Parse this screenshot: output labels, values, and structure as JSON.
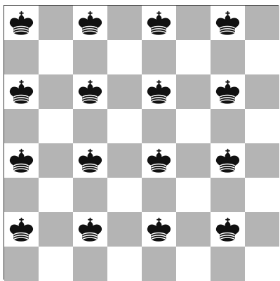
{
  "board": {
    "files": 8,
    "ranks": 8,
    "colors": {
      "light": "#ffffff",
      "dark": "#b4b4b4",
      "piece": "#111111"
    },
    "pieces": [
      {
        "row": 0,
        "col": 0,
        "piece": "king",
        "color": "black"
      },
      {
        "row": 0,
        "col": 2,
        "piece": "king",
        "color": "black"
      },
      {
        "row": 0,
        "col": 4,
        "piece": "king",
        "color": "black"
      },
      {
        "row": 0,
        "col": 6,
        "piece": "king",
        "color": "black"
      },
      {
        "row": 2,
        "col": 0,
        "piece": "king",
        "color": "black"
      },
      {
        "row": 2,
        "col": 2,
        "piece": "king",
        "color": "black"
      },
      {
        "row": 2,
        "col": 4,
        "piece": "king",
        "color": "black"
      },
      {
        "row": 2,
        "col": 6,
        "piece": "king",
        "color": "black"
      },
      {
        "row": 4,
        "col": 0,
        "piece": "king",
        "color": "black"
      },
      {
        "row": 4,
        "col": 2,
        "piece": "king",
        "color": "black"
      },
      {
        "row": 4,
        "col": 4,
        "piece": "king",
        "color": "black"
      },
      {
        "row": 4,
        "col": 6,
        "piece": "king",
        "color": "black"
      },
      {
        "row": 6,
        "col": 0,
        "piece": "king",
        "color": "black"
      },
      {
        "row": 6,
        "col": 2,
        "piece": "king",
        "color": "black"
      },
      {
        "row": 6,
        "col": 4,
        "piece": "king",
        "color": "black"
      },
      {
        "row": 6,
        "col": 6,
        "piece": "king",
        "color": "black"
      }
    ]
  }
}
